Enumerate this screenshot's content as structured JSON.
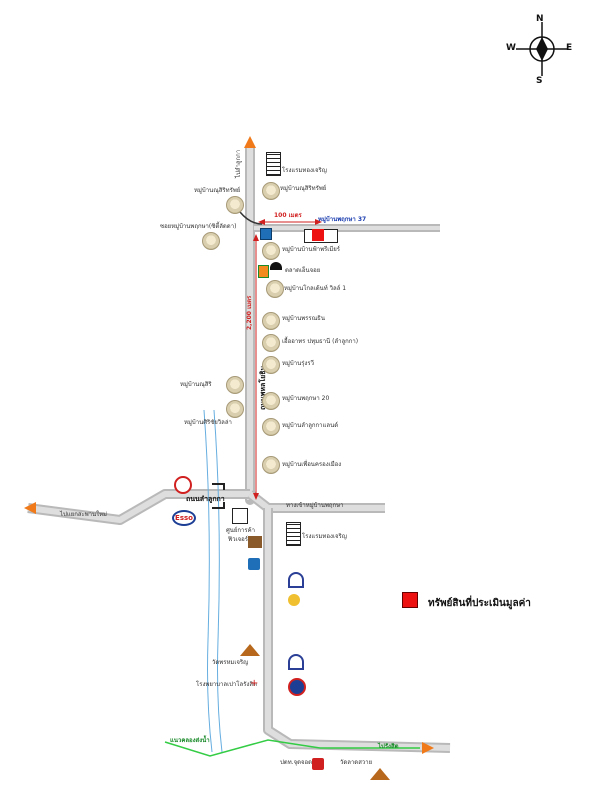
{
  "compass": {
    "n": "N",
    "e": "E",
    "s": "S",
    "w": "W"
  },
  "legend": {
    "label": "ทรัพย์สินที่ประเมินมูลค่า",
    "color": "#ee1111"
  },
  "roads": {
    "to_top": "ไปลำลูกกา",
    "main_road": "ถนนพหลโยธิน",
    "left_road": "ไปแยกสะพานใหม่",
    "right_road_label": "ทางเข้าหมู่บ้านพฤกษา",
    "bottom_right": "ไปรังสิต",
    "bottom_left": "แนวคลองส่งน้ำ",
    "junction": "ถนนลำลูกกา"
  },
  "distances": {
    "side_road": "100 เมตร",
    "main_stretch": "2,200 เมตร"
  },
  "places": {
    "hotel_top": "โรงแรมทองเจริญ",
    "village_1": "หมู่บ้านณุสิริทรัพย์",
    "village_2": "หมู่บ้านณุสิริทรัพย์",
    "soi_left": "ซอยหมู่บ้านพฤกษา(ซิตี้ลัดดา)",
    "side_village": "หมู่บ้านพฤกษา 37",
    "village_3": "หมู่บ้านบ้านฟ้าพรีเมียร์",
    "market": "ตลาดเอ็นจอย",
    "village_4": "หมู่บ้านโกลเด้นท์ วิลล์ 1",
    "village_5": "หมู่บ้านพรรณธิน",
    "village_6": "เอื้ออาทร ปทุมธานี (ลำลูกกา)",
    "village_7": "หมู่บ้านรุ่งรวี",
    "village_8": "หมู่บ้านณุสิริ",
    "village_9": "หมู่บ้านพฤกษา 20",
    "village_10": "หมู่บ้านศิริชัยวิลล่า",
    "village_11": "หมู่บ้านลำลูกกาแลนด์",
    "village_12": "หมู่บ้านเพื่อนครองเมือง",
    "hotel_right": "โรงแรมทองเจริญ",
    "mall": "ศูนย์การค้า",
    "mall2": "ฟิวเจอร์",
    "temple": "วัดพรหมเจริญ",
    "hospital": "โรงพยาบาลเปาโลรังสิต",
    "gas_station": "ปตท.จุดจอด",
    "temple2": "วัดลาดสวาย"
  },
  "brands": {
    "esso": "Esso"
  }
}
